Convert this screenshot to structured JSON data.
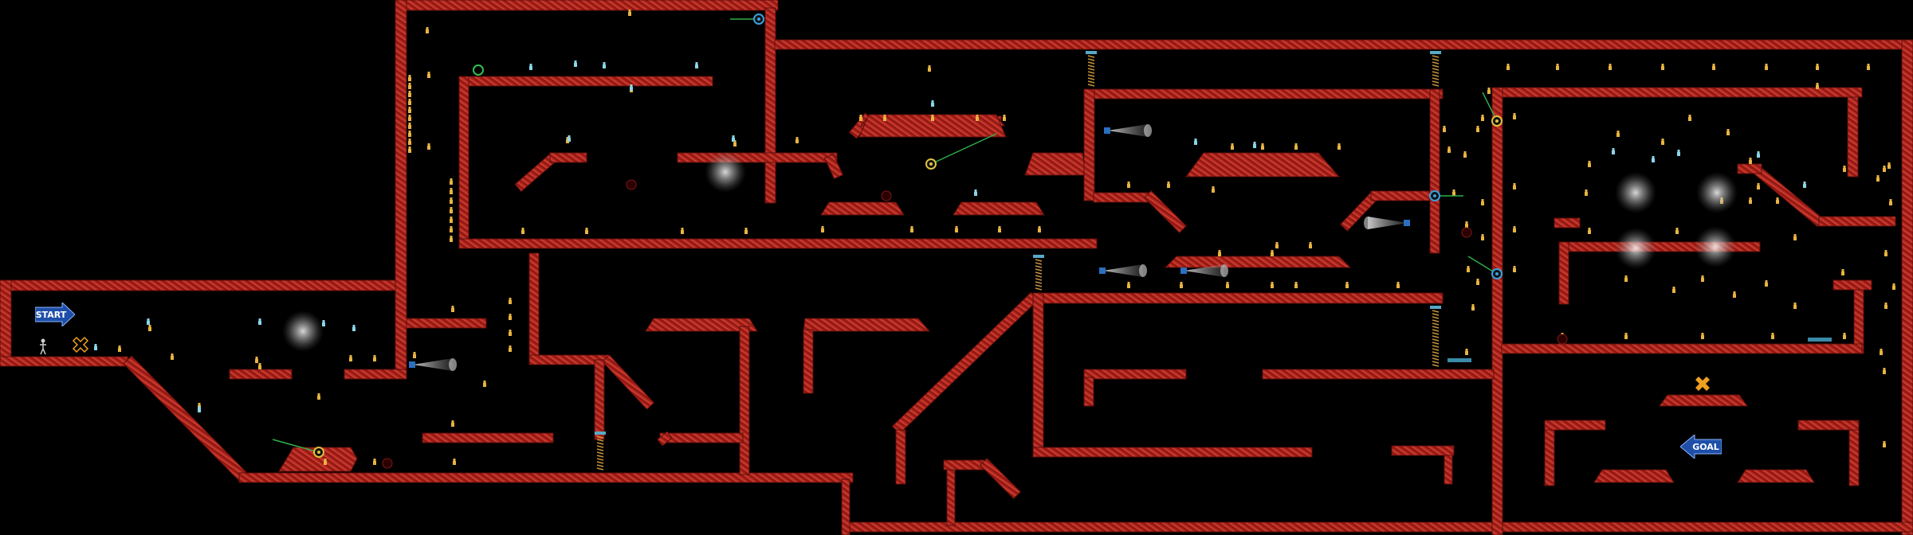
{
  "level": {
    "start_label": "START",
    "goal_label": "GOAL"
  },
  "icons": {
    "start_sign": "blue-arrow-right-sign",
    "goal_sign": "blue-arrow-left-sign",
    "player": "stick-figure-player",
    "gem": "yellow-x-gem",
    "collectible": "small-bottle",
    "turret": "turret-with-laser",
    "searchlight": "searchlight-cone",
    "orb": "glowing-orb",
    "spring": "spring-pillar",
    "mine": "dark-mine",
    "conveyor": "conveyor-pad"
  },
  "colors": {
    "wall": "#b0241a",
    "background": "#000000",
    "sign": "#1e4fa8",
    "collectible": "#e8b440",
    "laser": "#2fae4a",
    "gem": "#f0a020"
  }
}
